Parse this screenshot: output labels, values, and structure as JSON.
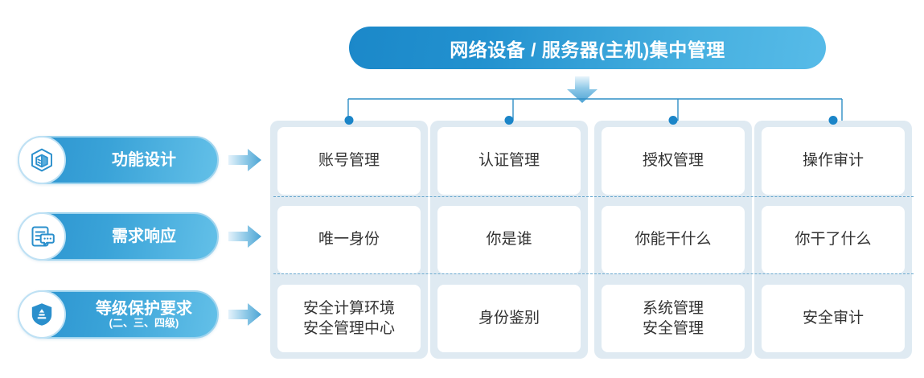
{
  "title": {
    "text": "网络设备 / 服务器(主机)集中管理"
  },
  "colors": {
    "banner_start": "#1b88c9",
    "banner_end": "#57bbe8",
    "pill_start": "#2a92cf",
    "pill_end": "#63c0e8",
    "panel_bg": "#dfeaf2",
    "dot": "#1b85c8",
    "connector_line": "#2f8fc6",
    "cell_text": "#333333"
  },
  "rail": {
    "items": [
      {
        "icon": "cube-box-icon",
        "label": "功能设计",
        "sublabel": ""
      },
      {
        "icon": "document-chat-icon",
        "label": "需求响应",
        "sublabel": ""
      },
      {
        "icon": "shield-level-icon",
        "label": "等级保护要求",
        "sublabel": "(二、三、四级)"
      }
    ]
  },
  "matrix": {
    "columns": [
      {
        "cells": [
          {
            "line1": "账号管理",
            "line2": ""
          },
          {
            "line1": "唯一身份",
            "line2": ""
          },
          {
            "line1": "安全计算环境",
            "line2": "安全管理中心"
          }
        ]
      },
      {
        "cells": [
          {
            "line1": "认证管理",
            "line2": ""
          },
          {
            "line1": "你是谁",
            "line2": ""
          },
          {
            "line1": "身份鉴别",
            "line2": ""
          }
        ]
      },
      {
        "cells": [
          {
            "line1": "授权管理",
            "line2": ""
          },
          {
            "line1": "你能干什么",
            "line2": ""
          },
          {
            "line1": "系统管理",
            "line2": "安全管理"
          }
        ]
      },
      {
        "cells": [
          {
            "line1": "操作审计",
            "line2": ""
          },
          {
            "line1": "你干了什么",
            "line2": ""
          },
          {
            "line1": "安全审计",
            "line2": ""
          }
        ]
      }
    ]
  }
}
